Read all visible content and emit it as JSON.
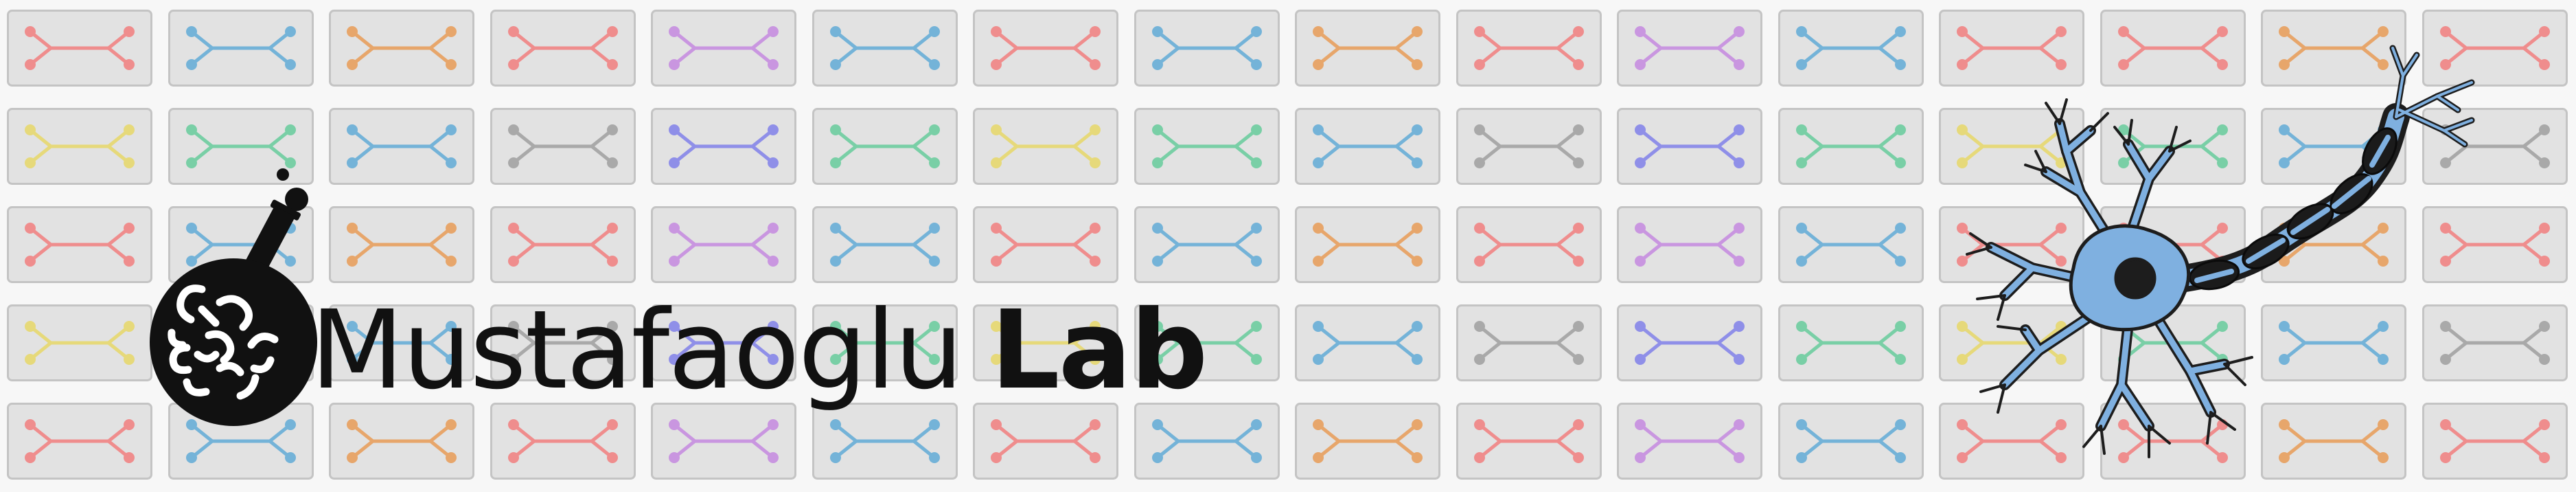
{
  "banner": {
    "name_light": "Mustafaoglu",
    "name_bold": "Lab"
  },
  "tile_grid": {
    "rows": 5,
    "cols": 16,
    "tile_fill": "#e2e2e2",
    "tile_border": "#c4c4c4",
    "palette": {
      "red": "#ef8d8d",
      "blue": "#74b3d8",
      "orange": "#e7a66b",
      "purple": "#c996e0",
      "yellow": "#e6d97a",
      "green": "#79cfa6",
      "gray": "#a9a9a9",
      "indigo": "#8f8fe8"
    },
    "row_colors": [
      [
        "red",
        "blue",
        "orange",
        "red",
        "purple",
        "blue",
        "red",
        "blue",
        "orange",
        "red",
        "purple",
        "blue",
        "red",
        "red",
        "orange",
        "red"
      ],
      [
        "yellow",
        "green",
        "blue",
        "gray",
        "indigo",
        "green",
        "yellow",
        "green",
        "blue",
        "gray",
        "indigo",
        "green",
        "yellow",
        "green",
        "blue",
        "gray"
      ],
      [
        "red",
        "blue",
        "orange",
        "red",
        "purple",
        "blue",
        "red",
        "blue",
        "orange",
        "red",
        "purple",
        "blue",
        "red",
        "red",
        "orange",
        "red"
      ],
      [
        "yellow",
        "green",
        "blue",
        "gray",
        "indigo",
        "green",
        "yellow",
        "green",
        "blue",
        "gray",
        "indigo",
        "green",
        "yellow",
        "green",
        "blue",
        "gray"
      ],
      [
        "red",
        "blue",
        "orange",
        "red",
        "purple",
        "blue",
        "red",
        "blue",
        "orange",
        "red",
        "purple",
        "blue",
        "red",
        "red",
        "orange",
        "red"
      ]
    ]
  },
  "icons": {
    "logo": "flask-brain-icon",
    "illustration": "neuron-icon"
  },
  "colors": {
    "logo_ink": "#111111",
    "neuron_fill": "#7fb0e0",
    "neuron_outline": "#1d1d1d",
    "myelin": "#1b1b1b"
  }
}
